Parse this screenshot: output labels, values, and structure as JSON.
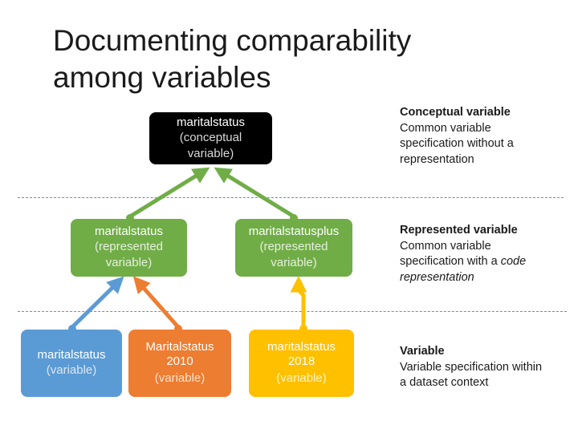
{
  "title": {
    "line1": "Documenting comparability",
    "line2": "among variables"
  },
  "nodes": {
    "conceptual": {
      "name": "maritalstatus",
      "sub": "(conceptual variable)",
      "color": "#000000"
    },
    "represented_left": {
      "name": "maritalstatus",
      "sub": "(represented variable)",
      "color": "#70ad47"
    },
    "represented_right": {
      "name": "maritalstatusplus",
      "sub": "(represented variable)",
      "color": "#70ad47"
    },
    "variable_blue": {
      "name": "maritalstatus",
      "sub": "(variable)",
      "color": "#5b9bd5"
    },
    "variable_orange": {
      "name": "Maritalstatus 2010",
      "sub": "(variable)",
      "color": "#ed7d31"
    },
    "variable_yellow": {
      "name": "maritalstatus 2018",
      "sub": "(variable)",
      "color": "#ffc000"
    }
  },
  "legend": {
    "conceptual": {
      "heading": "Conceptual variable",
      "text": "Common variable specification without a representation"
    },
    "represented": {
      "heading": "Represented variable",
      "text_plain": "Common variable specification with a ",
      "text_em": "code representation"
    },
    "variable": {
      "heading": "Variable",
      "text": "Variable specification within a dataset context"
    }
  }
}
